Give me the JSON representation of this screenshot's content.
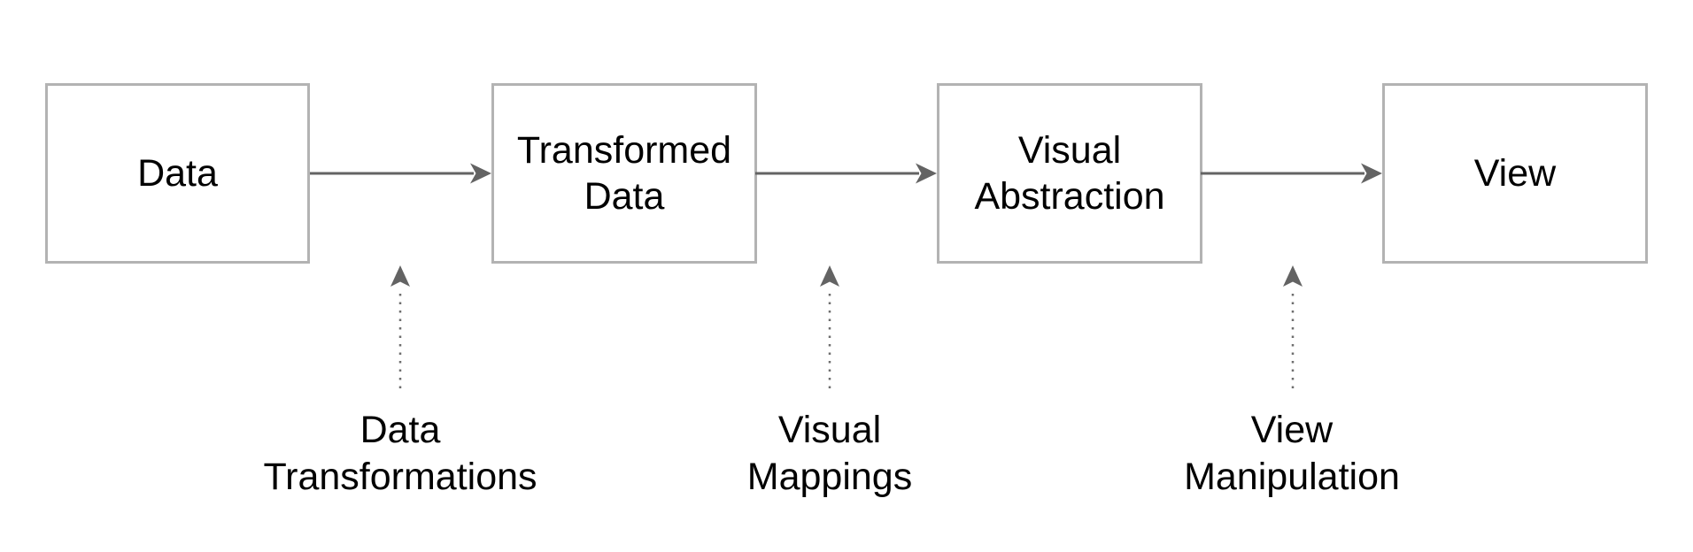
{
  "diagram": {
    "type": "flow-diagram",
    "colors": {
      "page-bg": "#ffffff",
      "node-fill": "#ffffff",
      "node-border": "#b3b3b3",
      "arrow": "#636363",
      "dotted-arrow": "#6e6e6e",
      "text": "#000000"
    },
    "nodes": [
      {
        "label": "Data"
      },
      {
        "label": "Transformed Data"
      },
      {
        "label": "Visual Abstraction"
      },
      {
        "label": "View"
      }
    ],
    "edge_labels": [
      {
        "line1": "Data",
        "line2": "Transformations"
      },
      {
        "line1": "Visual",
        "line2": "Mappings"
      },
      {
        "line1": "View",
        "line2": "Manipulation"
      }
    ]
  }
}
